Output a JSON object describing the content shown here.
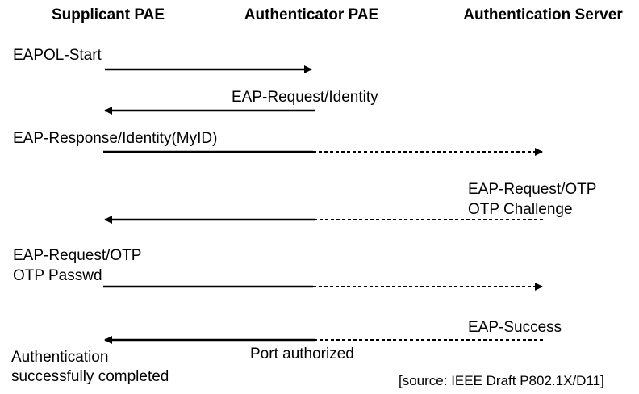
{
  "header": {
    "columns": [
      {
        "label": "Supplicant PAE"
      },
      {
        "label": "Authenticator PAE"
      },
      {
        "label": "Authentication Server"
      }
    ]
  },
  "messages": [
    {
      "label": "EAPOL-Start",
      "from": "Supplicant PAE",
      "to": "Authenticator PAE",
      "line_style": "solid"
    },
    {
      "label": "EAP-Request/Identity",
      "from": "Authenticator PAE",
      "to": "Supplicant PAE",
      "line_style": "solid"
    },
    {
      "label": "EAP-Response/Identity(MyID)",
      "from": "Supplicant PAE",
      "to": "Authentication Server",
      "line_style": "solid-then-dashed"
    },
    {
      "lines": [
        "EAP-Request/OTP",
        "OTP Challenge"
      ],
      "from": "Authentication Server",
      "to": "Supplicant PAE",
      "line_style": "dashed-then-solid"
    },
    {
      "lines": [
        "EAP-Request/OTP",
        "OTP Passwd"
      ],
      "from": "Supplicant PAE",
      "to": "Authentication Server",
      "line_style": "solid-then-dashed"
    },
    {
      "label": "EAP-Success",
      "from": "Authentication Server",
      "to": "Supplicant PAE",
      "line_style": "dashed-then-solid"
    }
  ],
  "annotations": {
    "port_authorized": "Port authorized",
    "completion": {
      "lines": [
        "Authentication",
        "successfully completed"
      ]
    },
    "source": "[source: IEEE Draft P802.1X/D11]"
  },
  "colors": {
    "background": "#ffffff",
    "text": "#000000",
    "line": "#000000"
  }
}
